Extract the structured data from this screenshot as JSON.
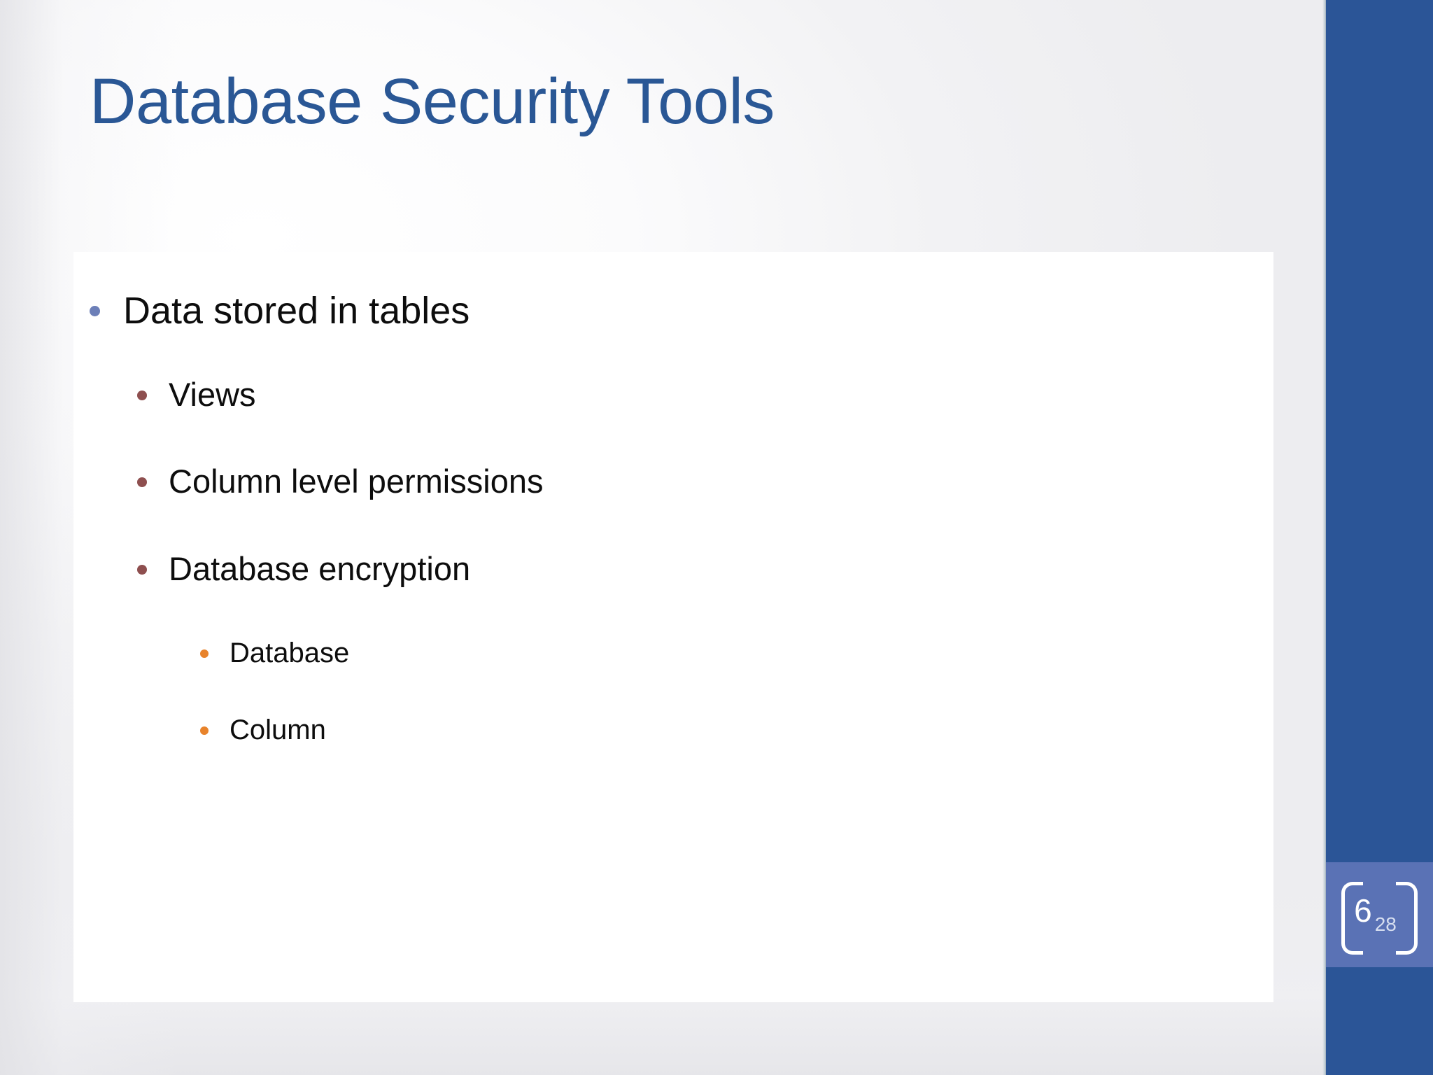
{
  "slide": {
    "title": "Database Security Tools",
    "title_color": "#2A5795",
    "background_color": "#FFFFFF",
    "accent_bar_color": "#2B5597",
    "badge_color": "#5A72B5"
  },
  "bullets": [
    {
      "level": 1,
      "text": "Data stored in tables",
      "bullet_color": "#6C7FB8"
    },
    {
      "level": 2,
      "text": "Views",
      "bullet_color": "#8E4F4F"
    },
    {
      "level": 2,
      "text": "Column level permissions",
      "bullet_color": "#8E4F4F"
    },
    {
      "level": 2,
      "text": "Database encryption",
      "bullet_color": "#8E4F4F"
    },
    {
      "level": 3,
      "text": "Database",
      "bullet_color": "#E8832B"
    },
    {
      "level": 3,
      "text": "Column",
      "bullet_color": "#E8832B"
    }
  ],
  "slide_number": {
    "current": "6",
    "total": "28"
  }
}
